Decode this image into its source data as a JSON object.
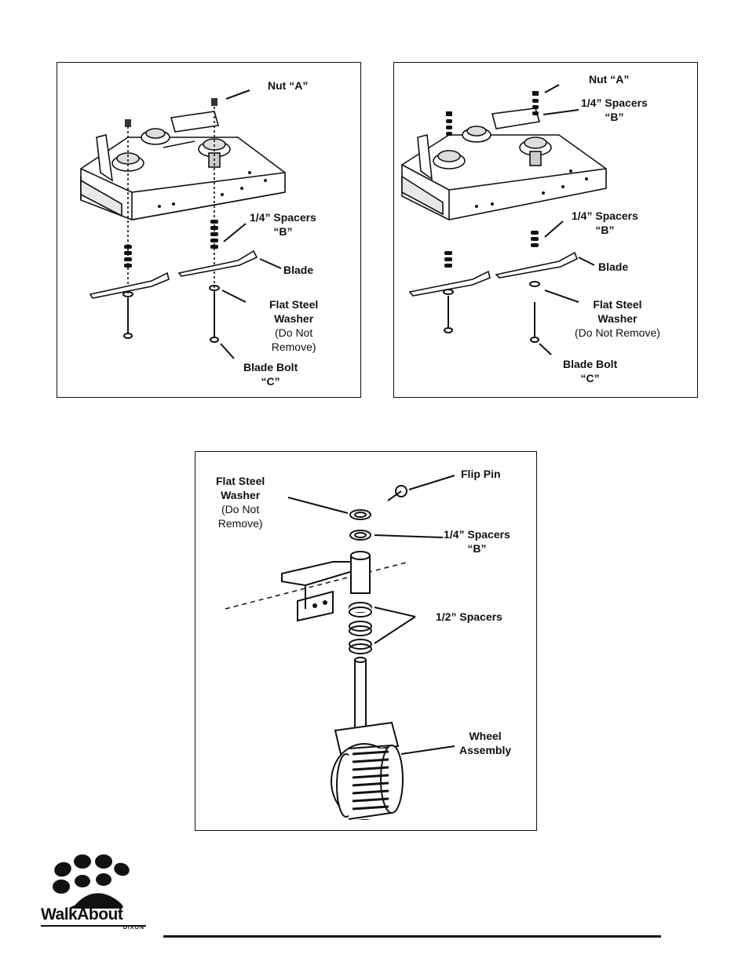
{
  "figures": [
    {
      "labels": {
        "nut": "Nut “A”",
        "spacers": [
          "1/4” Spacers",
          "“B”"
        ],
        "blade": "Blade",
        "washer": [
          "Flat Steel",
          "Washer",
          "(Do Not",
          "Remove)"
        ],
        "bolt": [
          "Blade Bolt",
          "“C”"
        ]
      }
    },
    {
      "labels": {
        "nut": "Nut “A”",
        "spacers_top": [
          "1/4” Spacers",
          "“B”"
        ],
        "spacers": [
          "1/4” Spacers",
          "“B”"
        ],
        "blade": "Blade",
        "washer": [
          "Flat Steel",
          "Washer",
          "(Do Not Remove)"
        ],
        "bolt": [
          "Blade Bolt",
          "“C”"
        ]
      }
    },
    {
      "labels": {
        "washer": [
          "Flat Steel",
          "Washer",
          "(Do Not",
          "Remove)"
        ],
        "flip_pin": "Flip Pin",
        "spacers_quarter": [
          "1/4” Spacers",
          "“B”"
        ],
        "spacers_half": "1/2” Spacers",
        "wheel": [
          "Wheel",
          "Assembly"
        ]
      }
    }
  ],
  "logo": {
    "text": "WalkAbout",
    "subtext": "DIXON"
  }
}
